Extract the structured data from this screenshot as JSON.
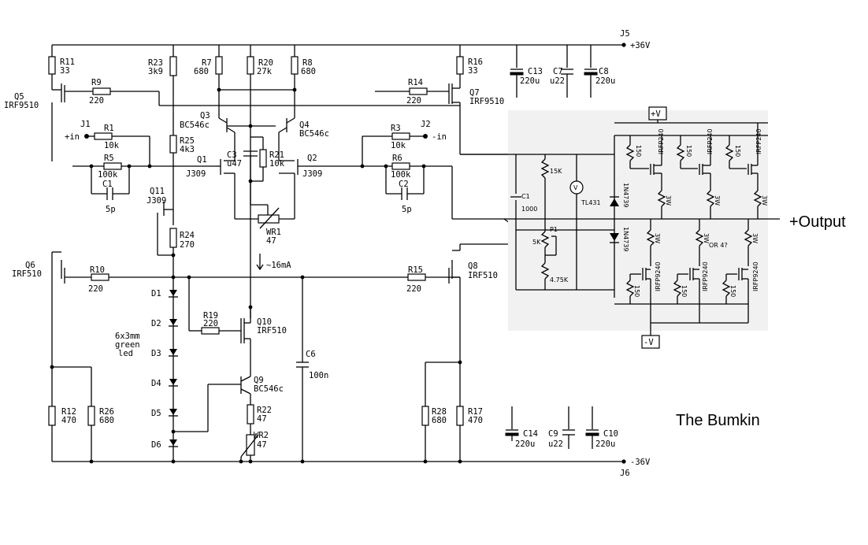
{
  "title": "The Bumkin",
  "output_label": "+Output",
  "rails": {
    "pos": "+36V",
    "neg": "-36V",
    "pos_jack": "J5",
    "neg_jack": "J6",
    "plusv": "+V",
    "minusv": "-V"
  },
  "inputs": {
    "j1": "J1",
    "in_pos": "+in",
    "j2": "J2",
    "in_neg": "-in"
  },
  "components": {
    "r11": [
      "R11",
      "33"
    ],
    "r9": [
      "R9",
      "220"
    ],
    "q5": [
      "Q5",
      "IRF9510"
    ],
    "r1": [
      "R1",
      "10k"
    ],
    "r5": [
      "R5",
      "100k"
    ],
    "c1": [
      "C1",
      "5p"
    ],
    "r23": [
      "R23",
      "3k9"
    ],
    "r25": [
      "R25",
      "4k3"
    ],
    "q11": [
      "Q11",
      "J309"
    ],
    "r24": [
      "R24",
      "270"
    ],
    "q6": [
      "Q6",
      "IRF510"
    ],
    "r10": [
      "R10",
      "220"
    ],
    "r7": [
      "R7",
      "680"
    ],
    "r20": [
      "R20",
      "27k"
    ],
    "r8": [
      "R8",
      "680"
    ],
    "q3": [
      "Q3",
      "BC546c"
    ],
    "q4": [
      "Q4",
      "BC546c"
    ],
    "q1": [
      "Q1",
      "J309"
    ],
    "q2": [
      "Q2",
      "J309"
    ],
    "c3": [
      "C3",
      "u47"
    ],
    "r21": [
      "R21",
      "10k"
    ],
    "wr1": [
      "WR1",
      "47"
    ],
    "current": "~16mA",
    "r14": [
      "R14",
      "220"
    ],
    "q7": [
      "Q7",
      "IRF9510"
    ],
    "r16": [
      "R16",
      "33"
    ],
    "r3": [
      "R3",
      "10k"
    ],
    "r6": [
      "R6",
      "100k"
    ],
    "c2": [
      "C2",
      "5p"
    ],
    "q8": [
      "Q8",
      "IRF510"
    ],
    "r15": [
      "R15",
      "220"
    ],
    "c13": [
      "C13",
      "220u"
    ],
    "c7": [
      "C7",
      "u22"
    ],
    "c8": [
      "C8",
      "220u"
    ],
    "c14": [
      "C14",
      "220u"
    ],
    "c9": [
      "C9",
      "u22"
    ],
    "c10": [
      "C10",
      "220u"
    ],
    "r19": [
      "R19",
      "220"
    ],
    "q10": [
      "Q10",
      "IRF510"
    ],
    "q9": [
      "Q9",
      "BC546c"
    ],
    "r22": [
      "R22",
      "47"
    ],
    "wr2": [
      "WR2",
      "47"
    ],
    "c6": [
      "C6",
      "100n"
    ],
    "r12": [
      "R12",
      "470"
    ],
    "r26": [
      "R26",
      "680"
    ],
    "r28": [
      "R28",
      "680"
    ],
    "r17": [
      "R17",
      "470"
    ],
    "leds": [
      "D1",
      "D2",
      "D3",
      "D4",
      "D5",
      "D6"
    ],
    "led_note": [
      "6x3mm",
      "green",
      "led"
    ]
  },
  "output_stage": {
    "c1": "C1",
    "c1_val": "1000",
    "r15k": "15K",
    "r5k": "5K",
    "p1": "P1",
    "r475k": "4.75K",
    "vmeter": "V",
    "tl431": "TL431",
    "zener": "1N4739",
    "r150": "150",
    "r3w": "3W",
    "irfp240": "IRFP240",
    "irfp9240": "IRFP9240",
    "or": "OR 4?"
  }
}
